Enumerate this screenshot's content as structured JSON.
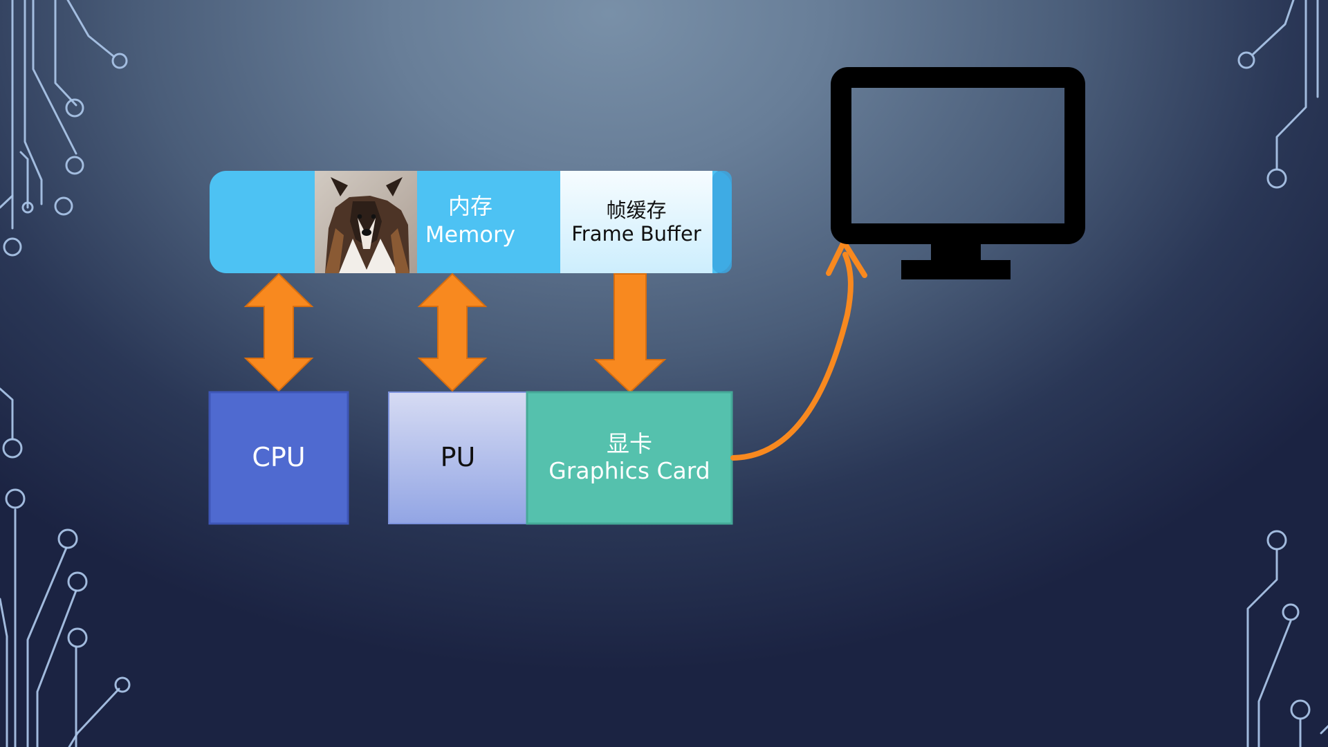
{
  "diagram": {
    "memory": {
      "cn_label": "内存",
      "en_label": "Memory"
    },
    "frame_buffer": {
      "cn_label": "帧缓存",
      "en_label": "Frame Buffer"
    },
    "cpu": {
      "label": "CPU"
    },
    "pu": {
      "label": "PU"
    },
    "graphics_card": {
      "cn_label": "显卡",
      "en_label": "Graphics Card"
    }
  },
  "colors": {
    "memory_bar": "#4dc2f3",
    "frame_buffer": "#e3f4fc",
    "arrow": "#f8891f",
    "cpu": "#4f6ad0",
    "pu_top": "#d4d9f1",
    "pu_bottom": "#93a6e3",
    "graphics_card": "#55c1ad",
    "monitor": "#000000",
    "circuit": "#a9c3e6"
  }
}
